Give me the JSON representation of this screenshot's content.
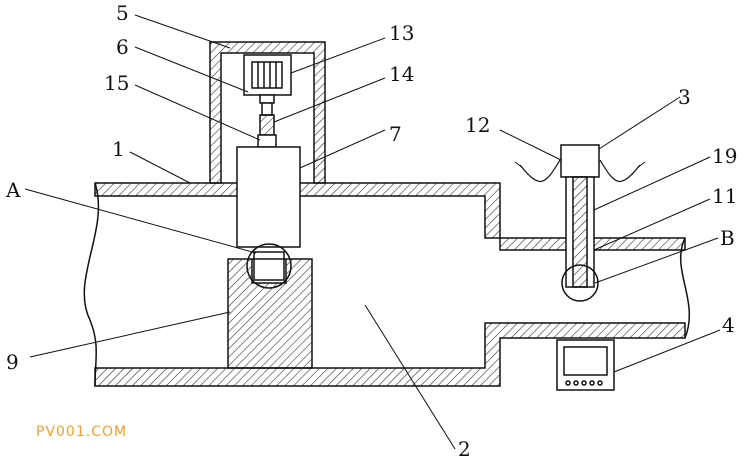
{
  "callouts": {
    "c1": "1",
    "c2": "2",
    "c3": "3",
    "c4": "4",
    "c5": "5",
    "c6": "6",
    "c7": "7",
    "c9": "9",
    "c11": "11",
    "c12": "12",
    "c13": "13",
    "c14": "14",
    "c15": "15",
    "c19": "19",
    "cA": "A",
    "cB": "B"
  },
  "watermark": "PV001.COM",
  "colors": {
    "line": "#111111",
    "hatch": "#333333",
    "watermark": "#f0a030"
  }
}
